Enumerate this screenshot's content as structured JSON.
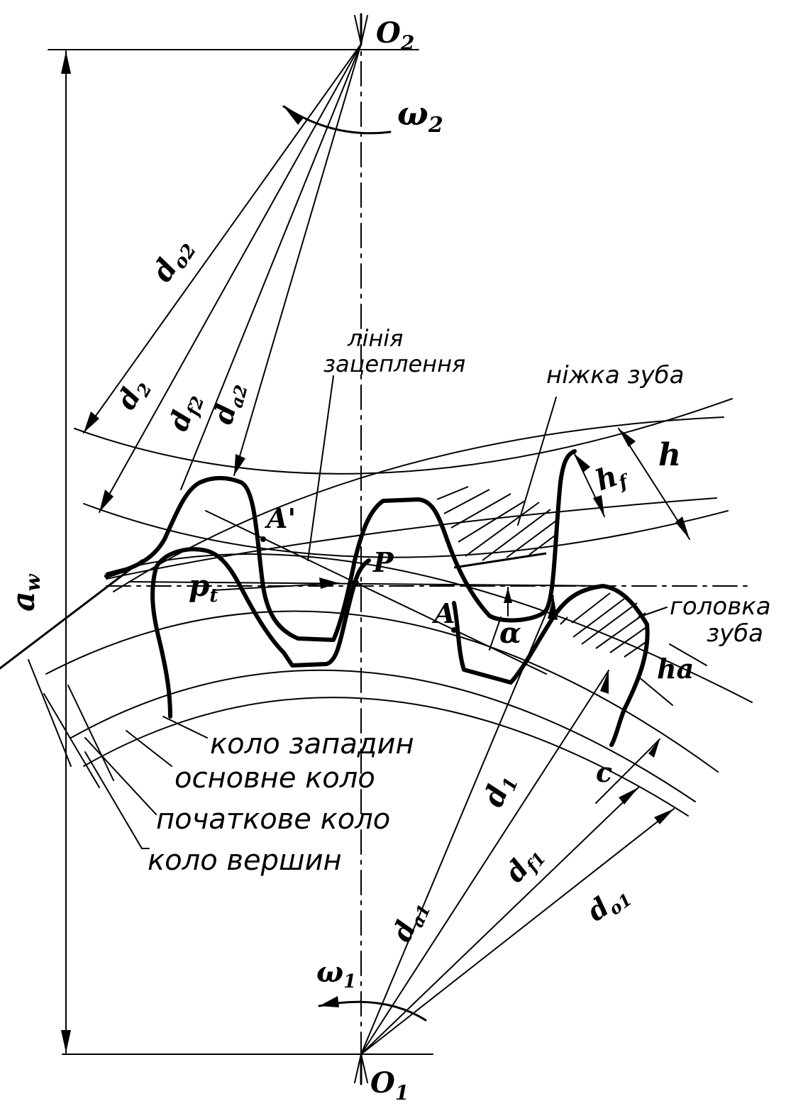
{
  "labels": {
    "o2": "O",
    "o2_sub": "2",
    "o1": "O",
    "o1_sub": "1",
    "omega2": "ω",
    "omega2_sub": "2",
    "omega1": "ω",
    "omega1_sub": "1",
    "aw": "a",
    "aw_sub": "w",
    "da2": "d",
    "da2_sub": "a2",
    "df2": "d",
    "df2_sub": "f2",
    "d2": "d",
    "d2_sub": "2",
    "do2": "d",
    "do2_sub": "o2",
    "d1": "d",
    "d1_sub": "1",
    "da1": "d",
    "da1_sub": "a1",
    "df1": "d",
    "df1_sub": "f1",
    "do1": "d",
    "do1_sub": "o1",
    "p": "P",
    "a_prime": "A'",
    "a": "A",
    "pt": "p",
    "pt_sub": "t",
    "alpha": "α",
    "h": "h",
    "hf": "h",
    "hf_sub": "f",
    "ha": "ha",
    "c": "c"
  },
  "annotations": {
    "line_of_action_1": "лінія",
    "line_of_action_2": "зацеплення",
    "tooth_root": "ніжка зуба",
    "tooth_tip_1": "головка",
    "tooth_tip_2": "зуба",
    "root_circle": "коло западин",
    "base_circle": "основне коло",
    "pitch_circle": "початкове коло",
    "tip_circle": "коло вершин"
  }
}
